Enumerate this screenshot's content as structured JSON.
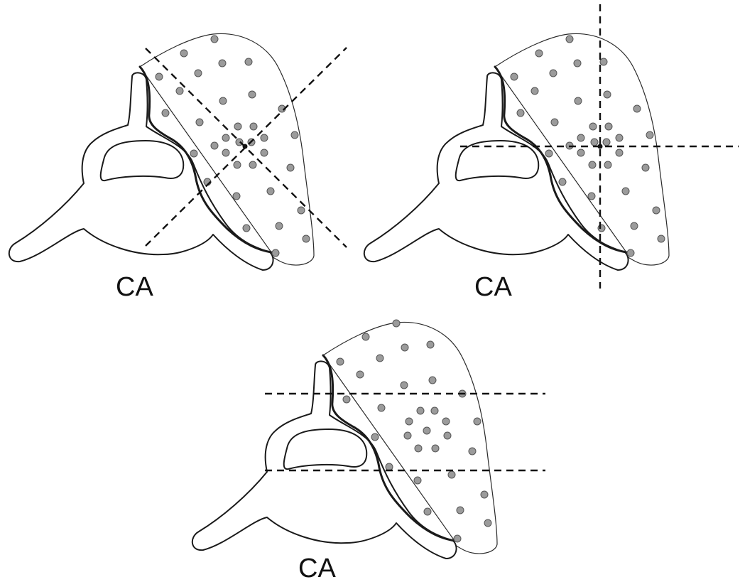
{
  "panels": [
    {
      "id": "panel-1",
      "label": "CA",
      "lines": "diagonal-cross",
      "dots": "radial"
    },
    {
      "id": "panel-2",
      "label": "CA",
      "lines": "orthogonal-cross",
      "dots": "radial"
    },
    {
      "id": "panel-3",
      "label": "CA",
      "lines": "parallel-horizontal",
      "dots": "ring"
    }
  ],
  "colors": {
    "dot_fill": "#9b9b9b",
    "dot_stroke": "#555555",
    "line": "#111111",
    "outline": "#1a1a1a"
  }
}
